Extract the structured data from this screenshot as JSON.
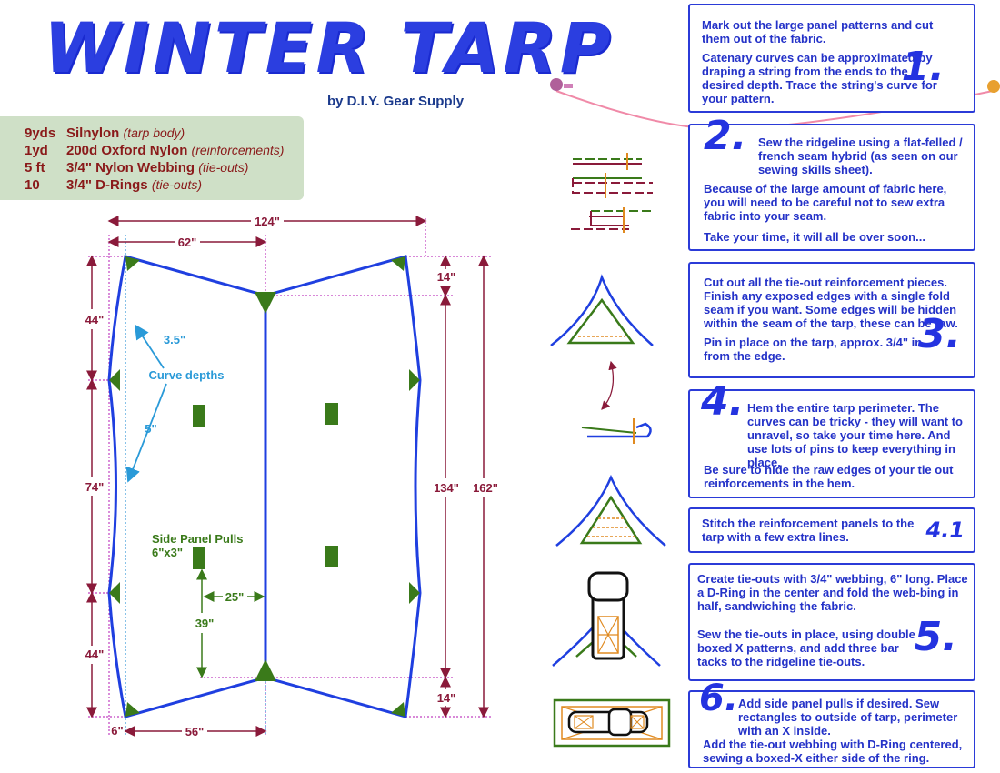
{
  "header": {
    "title": "WINTER TARP",
    "byline": "by D.I.Y. Gear Supply"
  },
  "materials": [
    {
      "qty": "9yds",
      "name": "Silnylon",
      "use": "(tarp body)"
    },
    {
      "qty": "1yd",
      "name": "200d Oxford Nylon",
      "use": "(reinforcements)"
    },
    {
      "qty": "5 ft",
      "name": "3/4\" Nylon Webbing",
      "use": "(tie-outs)"
    },
    {
      "qty": "10",
      "name": "3/4\" D-Rings",
      "use": "(tie-outs)"
    }
  ],
  "diagram": {
    "dims": {
      "total_width": "124\"",
      "half_width": "62\"",
      "top_left_height": "44\"",
      "middle_height": "74\"",
      "bottom_left_height": "44\"",
      "right_top": "14\"",
      "right_middle": "134\"",
      "right_total": "162\"",
      "right_bottom": "14\"",
      "bottom_offset": "6\"",
      "bottom_width": "56\"",
      "pull_horizontal": "25\"",
      "pull_vertical": "39\""
    },
    "curve_label": "Curve depths",
    "curve_depth_1": "3.5\"",
    "curve_depth_2": "5\"",
    "side_pull_label": "Side Panel Pulls",
    "side_pull_size": "6\"x3\""
  },
  "steps": [
    {
      "number": "1.",
      "paragraphs": [
        "Mark out the large panel patterns and cut them out of the fabric.",
        "Catenary curves can be approximated by draping a string from the ends to the desired depth. Trace the string's curve for your pattern."
      ]
    },
    {
      "number": "2.",
      "paragraphs": [
        "Sew the ridgeline using a flat-felled / french seam hybrid (as seen on our sewing skills sheet).",
        "Because of the large amount of fabric here, you will need to be careful not to sew extra fabric into your seam.",
        "Take your time, it will all be over soon..."
      ]
    },
    {
      "number": "3.",
      "paragraphs": [
        "Cut out all the tie-out reinforcement pieces. Finish any exposed edges with a single fold seam if you want. Some edges will be hidden within the seam of the tarp, these can be raw.",
        "Pin in place on the tarp, approx. 3/4\" in from the edge."
      ]
    },
    {
      "number": "4.",
      "paragraphs": [
        "Hem the entire tarp perimeter. The curves can be tricky - they will want to unravel, so take your time here. And use lots of pins to keep everything in place.",
        "Be sure to hide the raw edges of your tie out reinforcements in the hem."
      ]
    },
    {
      "number": "4.1",
      "paragraphs": [
        "Stitch the reinforcement panels to the tarp with a few extra lines."
      ]
    },
    {
      "number": "5.",
      "paragraphs": [
        "Create tie-outs with 3/4\" webbing, 6\" long. Place a D-Ring in the center and fold the web-bing in half, sandwiching the fabric.",
        "Sew the tie-outs in place, using double boxed X patterns, and add three bar tacks to the ridgeline tie-outs."
      ]
    },
    {
      "number": "6.",
      "paragraphs": [
        "Add side panel pulls if desired. Sew rectangles to outside of tarp, perimeter with an X inside.",
        "Add the tie-out webbing with D-Ring centered, sewing a boxed-X either side of the ring."
      ]
    }
  ],
  "colors": {
    "accent_blue": "#2b3bd8",
    "dimension_maroon": "#8a1a3a",
    "reinforcement_green": "#3a7a1a",
    "curve_blue": "#2a9ad8",
    "guide_magenta": "#c040c0"
  }
}
